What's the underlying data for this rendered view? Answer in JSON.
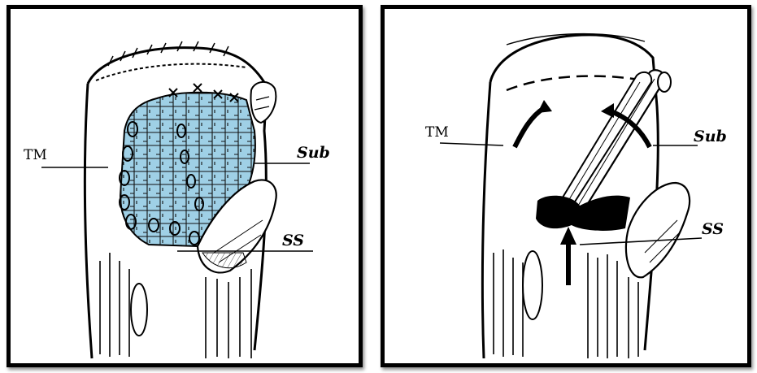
{
  "figure": {
    "panels": [
      {
        "id": "left",
        "labels": {
          "tm": "TM",
          "sub": "Sub",
          "ss": "SS"
        }
      },
      {
        "id": "right",
        "labels": {
          "tm": "TM",
          "sub": "Sub",
          "ss": "SS"
        }
      }
    ],
    "colors": {
      "ink": "#000000",
      "mesh_fill": "#9fd0e6",
      "background": "#ffffff"
    }
  }
}
